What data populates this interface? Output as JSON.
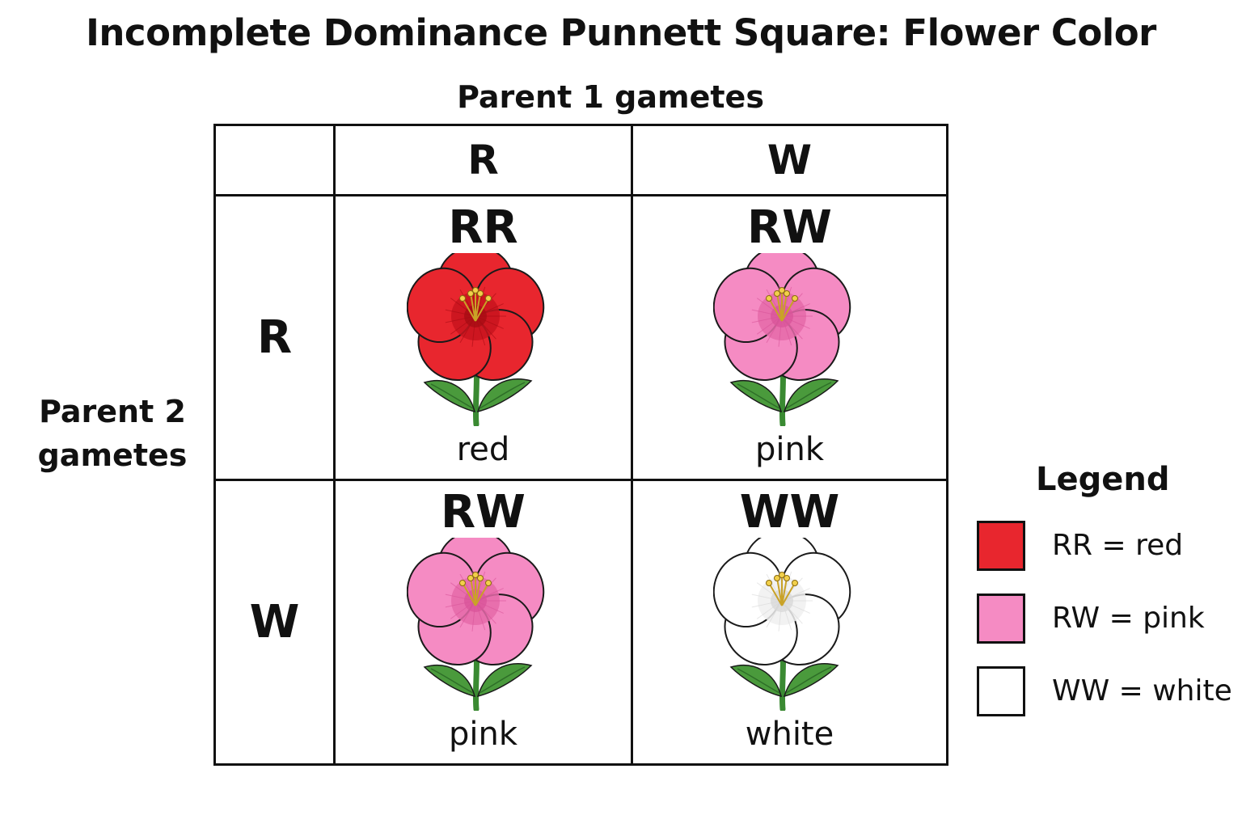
{
  "title": "Incomplete Dominance Punnett Square: Flower Color",
  "parent1_label": "Parent 1 gametes",
  "parent2_label": [
    "Parent 2",
    "gametes"
  ],
  "columns": [
    "R",
    "W"
  ],
  "rows": [
    "R",
    "W"
  ],
  "cells": [
    {
      "genotype": "RR",
      "phenotype": "red",
      "petal": "#e8262e",
      "shade": "#c8141d",
      "center": "#a80c14"
    },
    {
      "genotype": "RW",
      "phenotype": "pink",
      "petal": "#f58bc3",
      "shade": "#e56aa9",
      "center": "#d9559a"
    },
    {
      "genotype": "RW",
      "phenotype": "pink",
      "petal": "#f58bc3",
      "shade": "#e56aa9",
      "center": "#d9559a"
    },
    {
      "genotype": "WW",
      "phenotype": "white",
      "petal": "#ffffff",
      "shade": "#f0f0f0",
      "center": "#d8d8d8"
    }
  ],
  "legend": {
    "title": "Legend",
    "items": [
      {
        "text": "RR = red",
        "color": "#e8262e"
      },
      {
        "text": "RW = pink",
        "color": "#f58bc3"
      },
      {
        "text": "WW = white",
        "color": "#ffffff"
      }
    ]
  },
  "colors": {
    "stem": "#3a8a32",
    "leaf": "#4a9a3c",
    "stamen": "#c9a227"
  }
}
